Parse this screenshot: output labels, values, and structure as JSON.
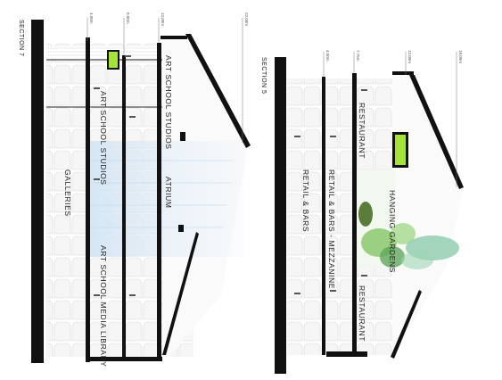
{
  "section7": {
    "title": "SECTION 7",
    "levels": [
      "4.00m",
      "8.00m",
      "12.00m",
      "22.00m"
    ],
    "labels": {
      "galleries": "GALLERIES",
      "studios_upper": "ART SCHOOL STUDIOS",
      "studios_lower": "ART SCHOOL STUDIOS",
      "atrium": "ATRIUM",
      "library": "ART SCHOOL MEDIA LIBRARY"
    }
  },
  "section5": {
    "title": "SECTION 5",
    "levels": [
      "4.00m",
      "7.75m",
      "12.00m",
      "18.00m"
    ],
    "labels": {
      "restaurant_upper": "RESTAURANT",
      "retail_bars": "RETAIL & BARS",
      "retail_bars_mezzanine": "RETAIL & BARS - MEZZANINE",
      "hanging_gardens": "HANGING GARDENS",
      "restaurant_lower": "RESTAURANT"
    }
  },
  "colors": {
    "wall": "#111111",
    "atrium": "#d6e8f5",
    "garden": "#7cc46a",
    "pin": "#a6e33a"
  }
}
